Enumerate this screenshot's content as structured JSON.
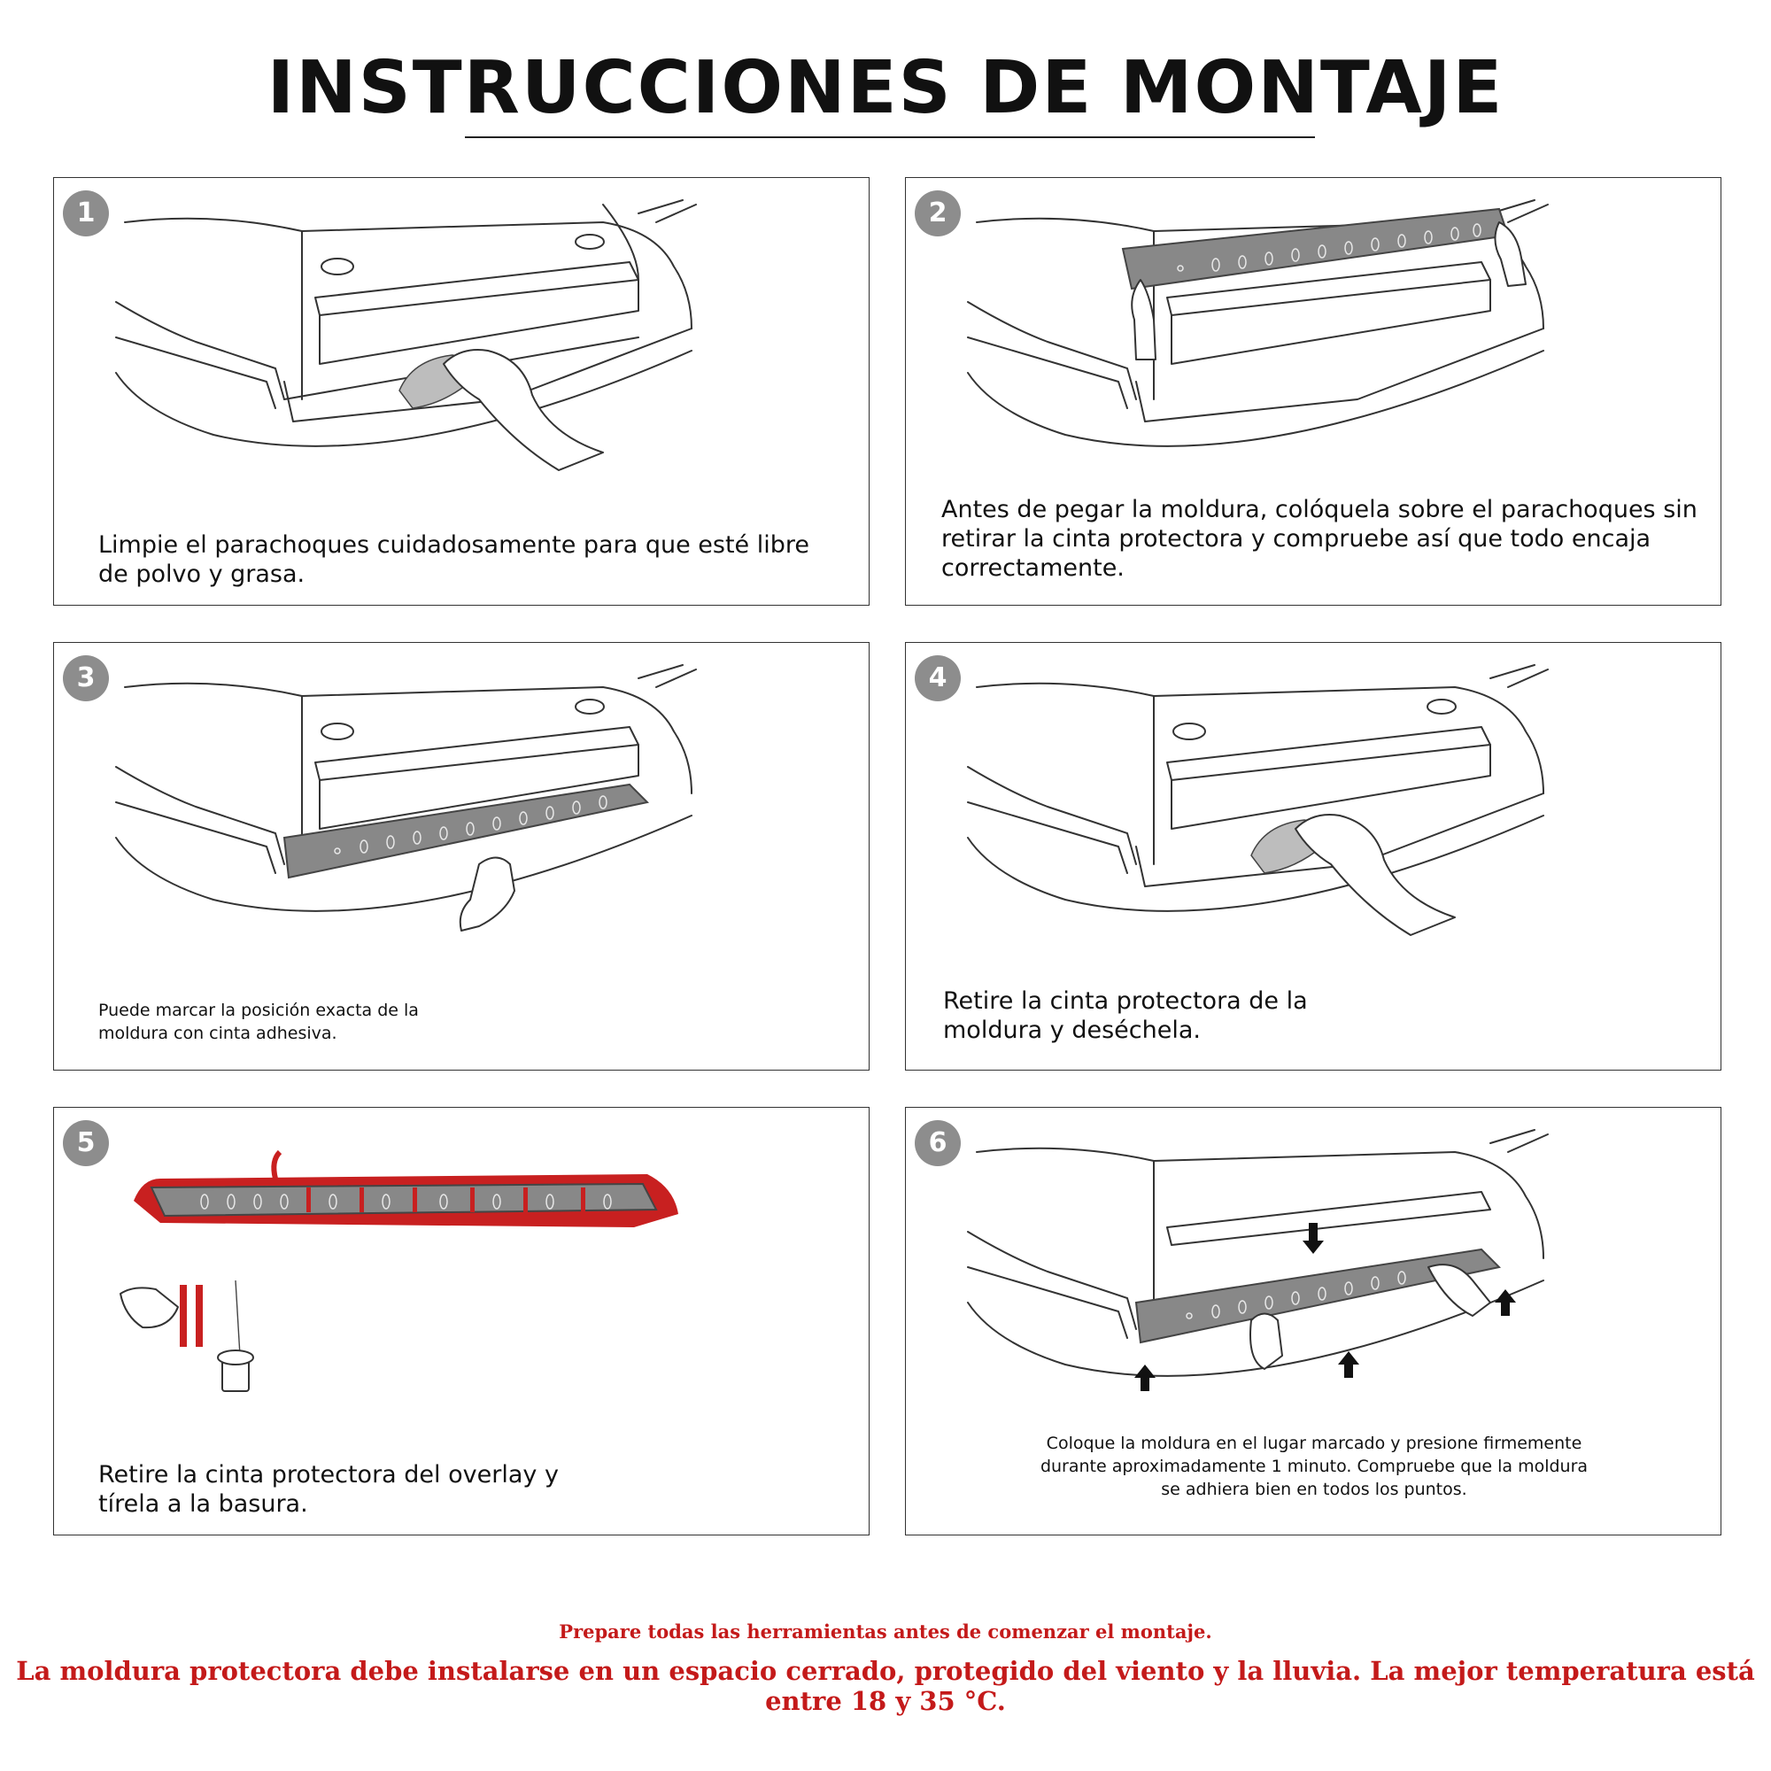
{
  "title": "INSTRUCCIONES DE MONTAJE",
  "steps": [
    {
      "number": "1",
      "text": "Limpie el parachoques cuidadosamente para que esté libre de polvo y grasa."
    },
    {
      "number": "2",
      "text": "Antes de pegar la moldura, colóquela sobre el parachoques sin retirar la cinta protectora y compruebe así que todo encaja correctamente."
    },
    {
      "number": "3",
      "text": "Puede marcar la posición exacta de la moldura con cinta adhesiva."
    },
    {
      "number": "4",
      "text": "Retire la cinta protectora de la moldura y deséchela."
    },
    {
      "number": "5",
      "text": "Retire la cinta protectora del overlay y tírela a la basura."
    },
    {
      "number": "6",
      "text": "Coloque la moldura en el lugar marcado y presione firmemente durante aproximadamente 1 minuto. Compruebe que la moldura se adhiera bien en todos los puntos."
    }
  ],
  "footer": {
    "note": "Prepare todas las herramientas antes de comenzar el montaje.",
    "warning": "La moldura protectora debe instalarse en un espacio cerrado, protegido del viento y la lluvia. La mejor temperatura está entre 18 y 35 °C."
  },
  "colors": {
    "accent": "#c41a1a",
    "badge": "#8d8d8d",
    "molding": "#888888"
  }
}
